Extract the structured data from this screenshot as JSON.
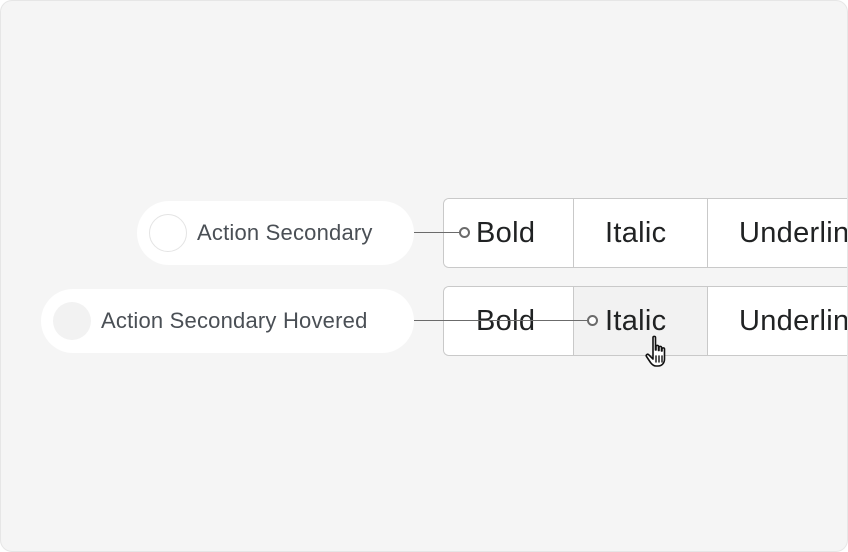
{
  "annotations": [
    {
      "label": "Action Secondary"
    },
    {
      "label": "Action Secondary Hovered"
    }
  ],
  "rows": [
    {
      "state": "default",
      "buttons": [
        {
          "label": "Bold"
        },
        {
          "label": "Italic"
        },
        {
          "label": "Underline"
        }
      ]
    },
    {
      "state": "hovered",
      "hovered_button": "Italic",
      "buttons": [
        {
          "label": "Bold"
        },
        {
          "label": "Italic"
        },
        {
          "label": "Underline"
        }
      ]
    }
  ],
  "icons": {
    "cursor": "hand-pointer-cursor-icon"
  },
  "colors": {
    "canvas_background": "#f5f5f5",
    "button_background": "#ffffff",
    "button_hover_background": "#f2f2f2",
    "button_border": "#c9c9c9",
    "button_text": "#202223",
    "annotation_text": "#4a4f55",
    "connector": "#6b6b6b"
  }
}
